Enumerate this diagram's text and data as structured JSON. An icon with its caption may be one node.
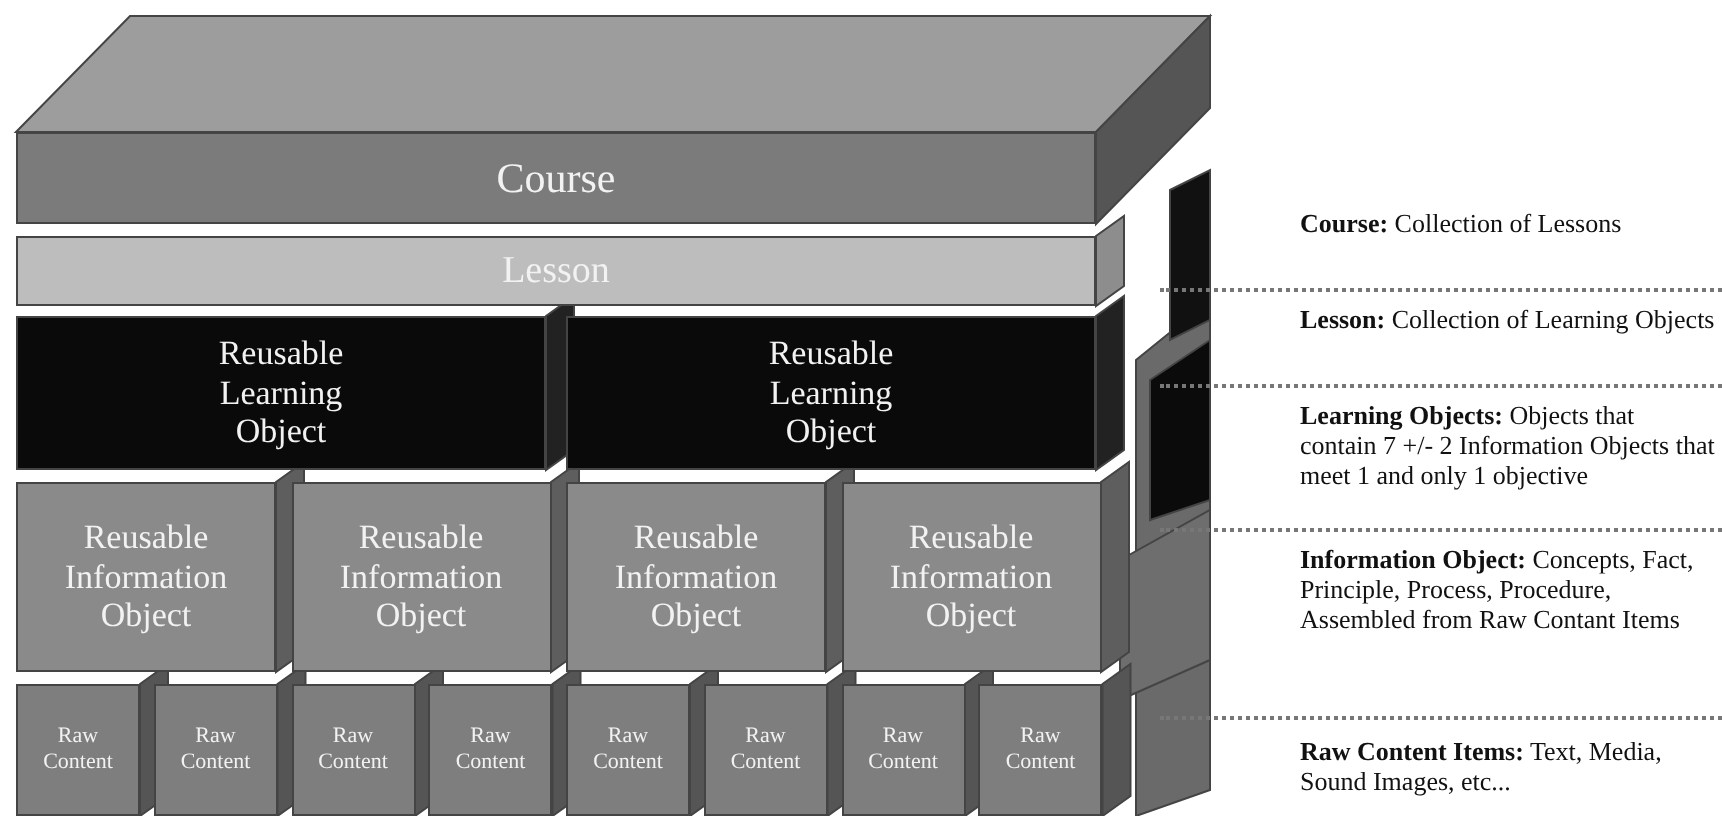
{
  "diagram": {
    "nodes": [
      {
        "text": [
          "Course"
        ]
      },
      {
        "text": [
          "Lesson"
        ]
      },
      {
        "text": [
          "Reusable Learning Object"
        ]
      },
      {
        "text": [
          "Reusable Learning Object"
        ]
      },
      {
        "text": [
          "Reusable Information Object"
        ]
      },
      {
        "text": [
          "Reusable Information Object"
        ]
      },
      {
        "text": [
          "Reusable Information Object"
        ]
      },
      {
        "text": [
          "Reusable Information Object"
        ]
      },
      {
        "text": [
          "Raw Content"
        ]
      },
      {
        "text": [
          "Raw Content"
        ]
      },
      {
        "text": [
          "Raw Content"
        ]
      },
      {
        "text": [
          "Raw Content"
        ]
      },
      {
        "text": [
          "Raw Content"
        ]
      },
      {
        "text": [
          "Raw Content"
        ]
      },
      {
        "text": [
          "Raw Content"
        ]
      },
      {
        "text": [
          "Raw Content"
        ]
      }
    ],
    "labels": [
      "**Course:** Collection of Lessons",
      "**Lesson:** Collection of Learning Objects",
      "**Learning Objects:** Objects that contain 7 +/- 2 Information Objects that meet 1 and only 1 objective",
      "**Information Object:** Concepts, Fact, Principle, Process, Procedure, Assembled from Raw Contant Items",
      "**Raw Content Items:** Text, Media, Sound Images, etc..."
    ]
  }
}
